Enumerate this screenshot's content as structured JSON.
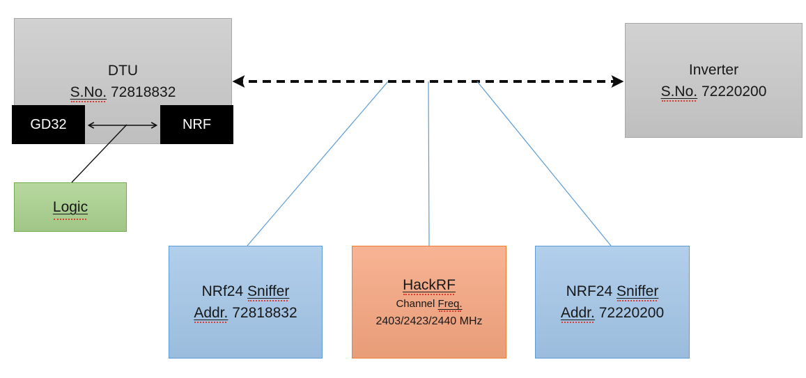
{
  "colors": {
    "canvas": "#ffffff",
    "gray-fill": "#c9c9c9",
    "gray-border": "#a6a6a6",
    "black-fill": "#000000",
    "green-fill": "#a9d18e",
    "green-border": "#70ad47",
    "blue-fill": "#a3c6e8",
    "blue-border": "#5b9bd5",
    "orange-fill": "#f5a57f",
    "orange-border": "#ed7d31",
    "connector-black": "#0d0d0d",
    "connector-blue": "#5b9bd5",
    "squiggle-red": "#e03a2f",
    "text-dark": "#171717",
    "text-light": "#ffffff"
  },
  "diagram": {
    "dtu": {
      "title": "DTU",
      "serial_label": "S.No.",
      "serial_value": "72818832",
      "chip_left": "GD32",
      "chip_right": "NRF"
    },
    "logic": {
      "label": "Logic"
    },
    "inverter": {
      "title": "Inverter",
      "serial_label": "S.No.",
      "serial_value": "72220200"
    },
    "sniffer_left": {
      "brand": "NRf24",
      "word": "Sniffer",
      "addr_label": "Addr.",
      "addr_value": "72818832"
    },
    "hackrf": {
      "title": "HackRF",
      "channel_prefix": "Channel",
      "channel_word": "Freq.",
      "frequencies": "2403/2423/2440 MHz"
    },
    "sniffer_right": {
      "brand": "NRF24",
      "word": "Sniffer",
      "addr_label": "Addr.",
      "addr_value": "72220200"
    }
  }
}
